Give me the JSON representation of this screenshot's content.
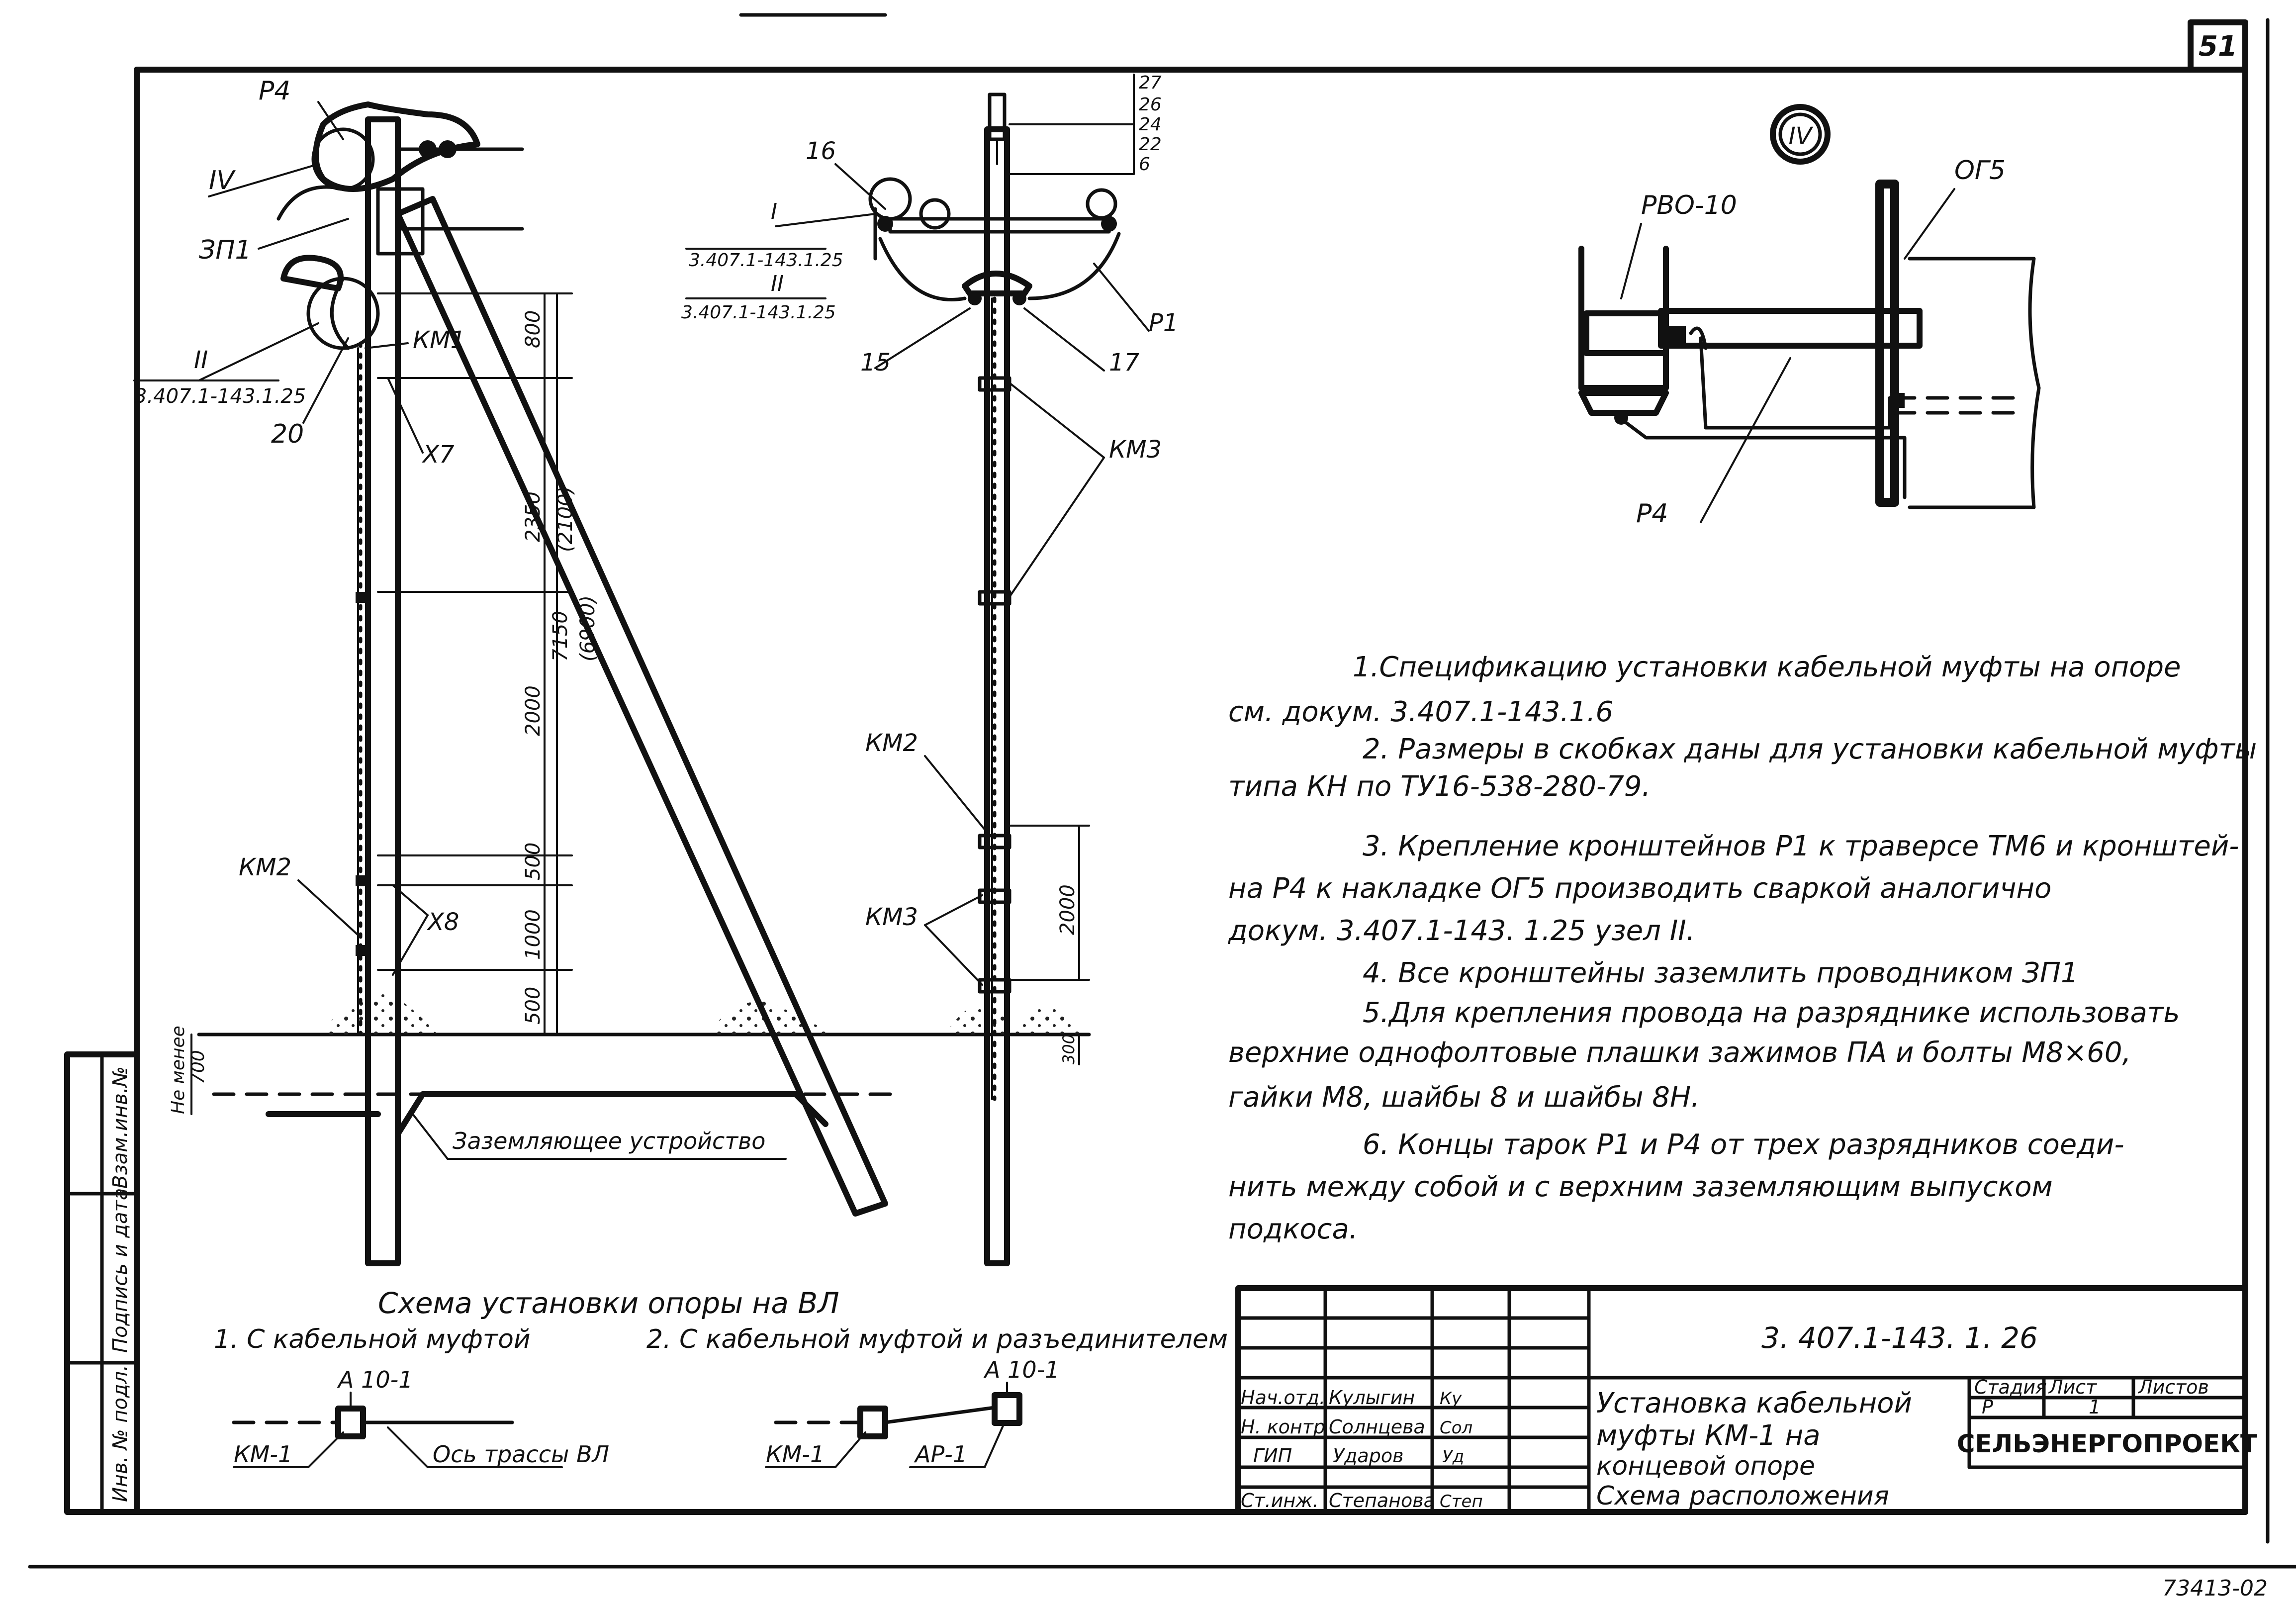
{
  "sheet_number": "51",
  "corner_code": "73413-02",
  "designation": "3. 407.1-143. 1. 26",
  "title_lines": [
    "Установка кабельной",
    "муфты КМ-1 на",
    "концевой опоре",
    "Схема расположения"
  ],
  "stamp": {
    "header": [
      "Стадия",
      "Лист",
      "Листов"
    ],
    "values": [
      "Р",
      "1",
      ""
    ],
    "org": "СЕЛЬЭНЕРГОПРОЕКТ",
    "signatures": [
      {
        "role": "Нач.отд.",
        "name": "Кулыгин",
        "sign": "Ку"
      },
      {
        "role": "Н. контр",
        "name": "Солнцева",
        "sign": "Сол"
      },
      {
        "role": "ГИП",
        "name": "Ударов",
        "sign": "Уд"
      },
      {
        "role": "Ст.инж.",
        "name": "Степанова",
        "sign": "Степ"
      }
    ]
  },
  "side_stamp": [
    "Инв. № подл.",
    "Подпись и дата",
    "Взам.инв.№"
  ],
  "left_view": {
    "labels": [
      "Р4",
      "IV",
      "ЗП1",
      "II",
      "3.407.1-143.1.25",
      "20",
      "КМ1",
      "Х7",
      "КМ2",
      "Х8"
    ],
    "dims": [
      "800",
      "2350",
      "(2100)",
      "7150",
      "(6900)",
      "2000",
      "500",
      "1000",
      "500"
    ],
    "min_depth": [
      "Не менее",
      "700"
    ],
    "ground_device": "Заземляющее устройство"
  },
  "middle_view": {
    "labels": [
      "16",
      "I",
      "3.407.1-143.1.25",
      "II",
      "3.407.1-143.1.25",
      "15",
      "17",
      "Р1",
      "КМ3",
      "КМ2",
      "КМ3"
    ],
    "stack": [
      "27",
      "26",
      "24",
      "22",
      "6"
    ],
    "dims": [
      "2000",
      "300"
    ]
  },
  "detail": {
    "marker": "IV",
    "labels": [
      "РВО-10",
      "ОГ5",
      "Р4"
    ]
  },
  "notes": [
    "1.Спецификацию установки кабельной муфты на опоре",
    "см. докум. 3.407.1-143.1.6",
    "2. Размеры в скобках даны для установки кабельной муфты",
    "типа КН по ТУ16-538-280-79.",
    "3. Крепление кронштейнов Р1 к траверсе ТМ6 и кронштей-",
    "на Р4 к накладке ОГ5 производить сваркой аналогично",
    "докум. 3.407.1-143. 1.25 узел II.",
    "4. Все кронштейны заземлить проводником ЗП1",
    "5.Для крепления провода на разряднике использовать",
    "верхние однофолтовые плашки зажимов ПА и болты М8×60,",
    "гайки М8, шайбы 8 и шайбы 8Н.",
    "6. Концы тарок Р1 и Р4 от трех разрядников соеди-",
    "нить между собой и с верхним заземляющим выпуском",
    "подкоса."
  ],
  "scheme": {
    "title": "Схема установки опоры на ВЛ",
    "variant1": "1. С кабельной муфтой",
    "variant2": "2. С кабельной муфтой и разъединителем",
    "v1_labels": [
      "А 10-1",
      "КМ-1",
      "Ось трассы ВЛ"
    ],
    "v2_labels": [
      "А 10-1",
      "КМ-1",
      "АР-1"
    ]
  }
}
